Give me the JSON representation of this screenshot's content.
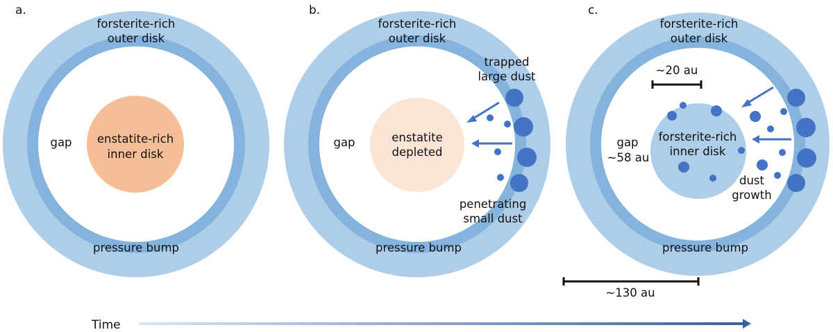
{
  "colors": {
    "outer_disk": "#aecde9",
    "pressure_bump_ring": "#84b3de",
    "gap": "#ffffff",
    "enstatite_rich": "#f5be96",
    "enstatite_depleted": "#fbe4d5",
    "forsterite_inner_disk": "#aecde9",
    "dust": "#4472c4",
    "arrow": "#4472c4",
    "scale_bar": "#111111",
    "time_arrow_start": "#dae5f4",
    "time_arrow_end": "#3b5fa3"
  },
  "panels": [
    {
      "letter": "a.",
      "outer_label": [
        "forsterite-rich",
        "outer disk"
      ],
      "bump_label": "pressure bump",
      "gap_label": [
        "gap"
      ],
      "inner_label": [
        "enstatite-rich",
        "inner disk"
      ],
      "inner_state": "enstatite-rich"
    },
    {
      "letter": "b.",
      "outer_label": [
        "forsterite-rich",
        "outer disk"
      ],
      "bump_label": "pressure bump",
      "gap_label": [
        "gap"
      ],
      "inner_label": [
        "enstatite",
        "depleted"
      ],
      "inner_state": "enstatite-depleted",
      "annotation_top": [
        "trapped",
        "large dust"
      ],
      "annotation_bottom": [
        "penetrating",
        "small dust"
      ]
    },
    {
      "letter": "c.",
      "outer_label": [
        "forsterite-rich",
        "outer disk"
      ],
      "bump_label": "pressure bump",
      "gap_label": [
        "gap",
        "~58 au"
      ],
      "inner_label": [
        "forsterite-rich",
        "inner disk"
      ],
      "inner_state": "forsterite-rich",
      "annotation_bottom": [
        "dust",
        "growth"
      ],
      "scale_inner": "~20 au",
      "scale_outer": "~130 au"
    }
  ],
  "timeline": {
    "label": "Time"
  }
}
